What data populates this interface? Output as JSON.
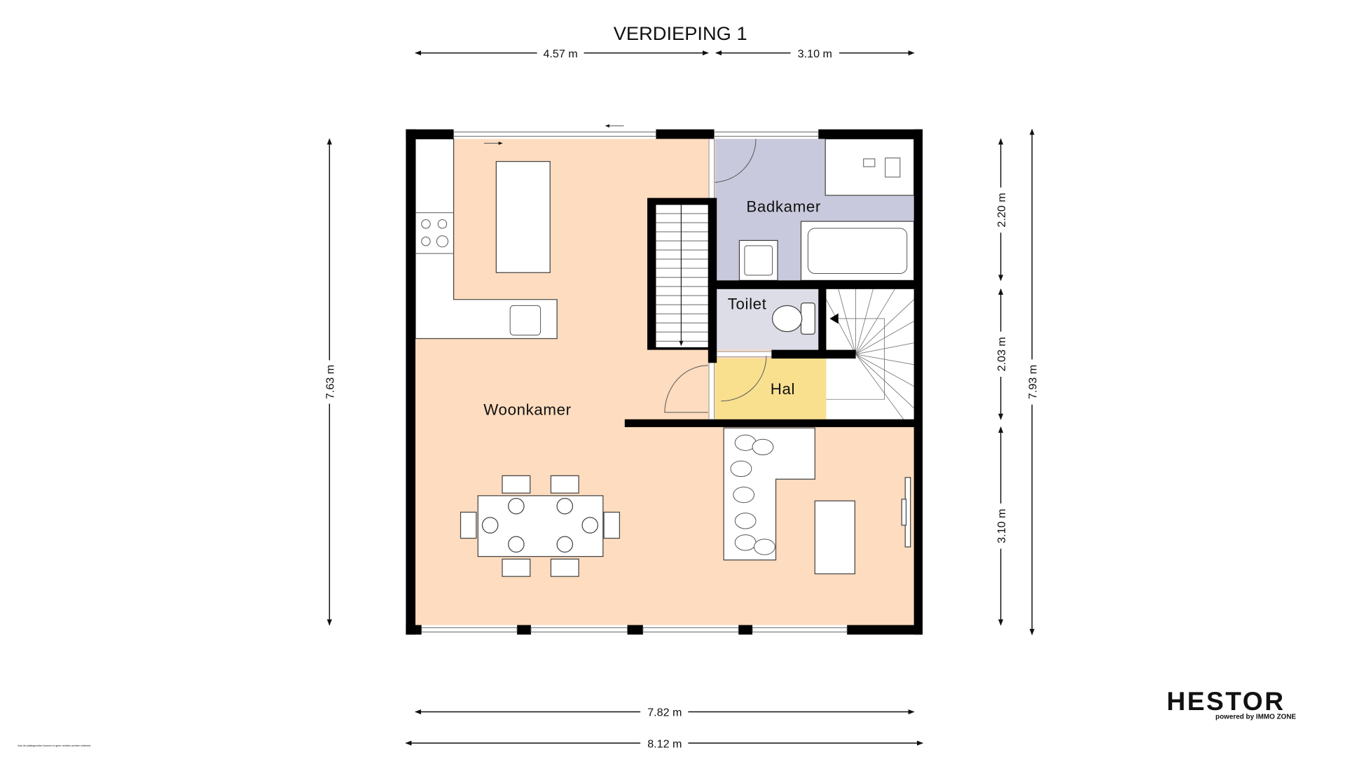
{
  "title": "VERDIEPING 1",
  "dimensions": {
    "top_left": "4.57 m",
    "top_right": "3.10 m",
    "left": "7.63 m",
    "right_1": "2.20 m",
    "right_2": "2.03 m",
    "right_3": "3.10 m",
    "right_total": "7.93 m",
    "bottom_inner": "7.82 m",
    "bottom_outer": "8.12 m"
  },
  "rooms": {
    "woonkamer": "Woonkamer",
    "badkamer": "Badkamer",
    "toilet": "Toilet",
    "hal": "Hal"
  },
  "colors": {
    "woonkamer": "#FDDCBF",
    "badkamer": "#C9C9DD",
    "toilet": "#DDDDE8",
    "hal": "#F9E08F",
    "logo_accent": "#B89B6A"
  },
  "logo": {
    "brand": "HESTOR",
    "tagline": "powered by IMMO ZONE"
  },
  "disclaimer": "Aan de plattegronden kunnen er geen rechten worden ontleend."
}
